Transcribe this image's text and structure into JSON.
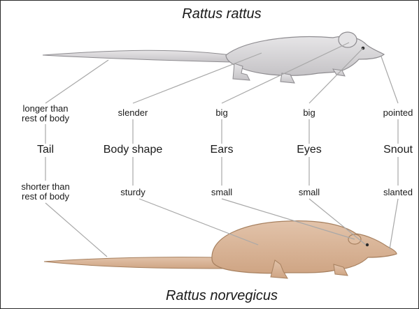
{
  "titles": {
    "top": "Rattus rattus",
    "bottom": "Rattus norvegicus"
  },
  "features": [
    {
      "name": "Tail",
      "top": [
        "longer than",
        "rest of body"
      ],
      "bottom": [
        "shorter than",
        "rest of body"
      ]
    },
    {
      "name": "Body shape",
      "top": [
        "slender"
      ],
      "bottom": [
        "sturdy"
      ]
    },
    {
      "name": "Ears",
      "top": [
        "big"
      ],
      "bottom": [
        "small"
      ]
    },
    {
      "name": "Eyes",
      "top": [
        "big"
      ],
      "bottom": [
        "small"
      ]
    },
    {
      "name": "Snout",
      "top": [
        "pointed"
      ],
      "bottom": [
        "slanted"
      ]
    }
  ],
  "colors": {
    "rattus_rattus_body": "#d3d1d4",
    "rattus_norvegicus_body": "#d9b498",
    "connector": "#a8a8a8"
  }
}
